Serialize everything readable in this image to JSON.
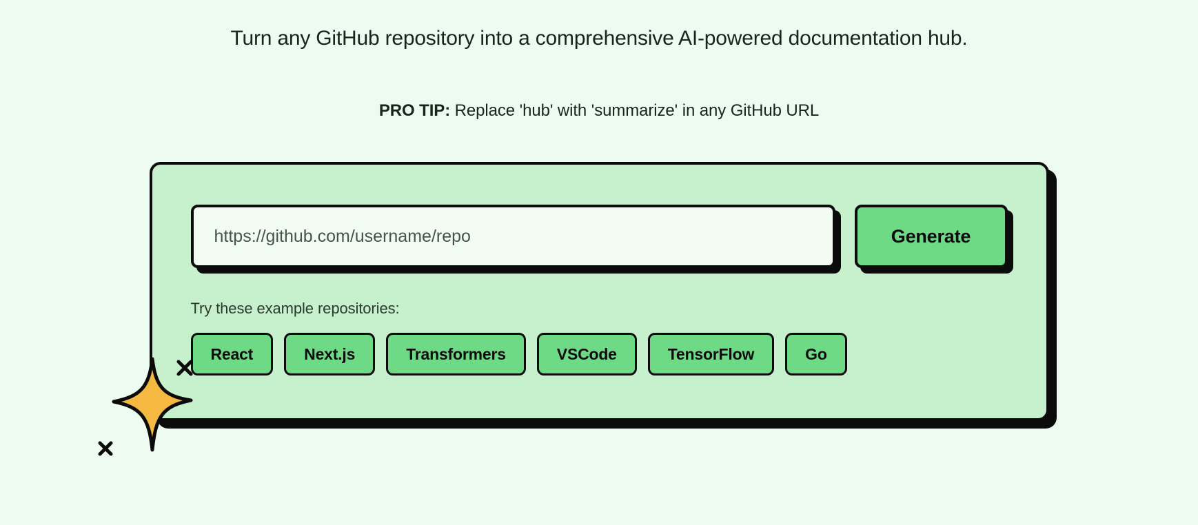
{
  "page": {
    "background_color": "#EDFBF0"
  },
  "hero": {
    "tagline": "Turn any GitHub repository into a comprehensive AI-powered documentation hub.",
    "pro_tip_label": "PRO TIP:",
    "pro_tip_text": " Replace 'hub' with 'summarize' in any GitHub URL"
  },
  "card": {
    "background_color": "#C7F0CD",
    "border_color": "#0B0B0B",
    "search": {
      "input_value": "",
      "input_placeholder": "https://github.com/username/repo",
      "generate_label": "Generate"
    },
    "examples": {
      "label": "Try these example repositories:",
      "chip_color": "#6FDA86",
      "chips": [
        {
          "label": "React"
        },
        {
          "label": "Next.js"
        },
        {
          "label": "Transformers"
        },
        {
          "label": "VSCode"
        },
        {
          "label": "TensorFlow"
        },
        {
          "label": "Go"
        }
      ]
    }
  },
  "decoration": {
    "sparkle_icon": "four-point-star",
    "sparkle_color": "#F5B942",
    "plus_marks": 2
  }
}
